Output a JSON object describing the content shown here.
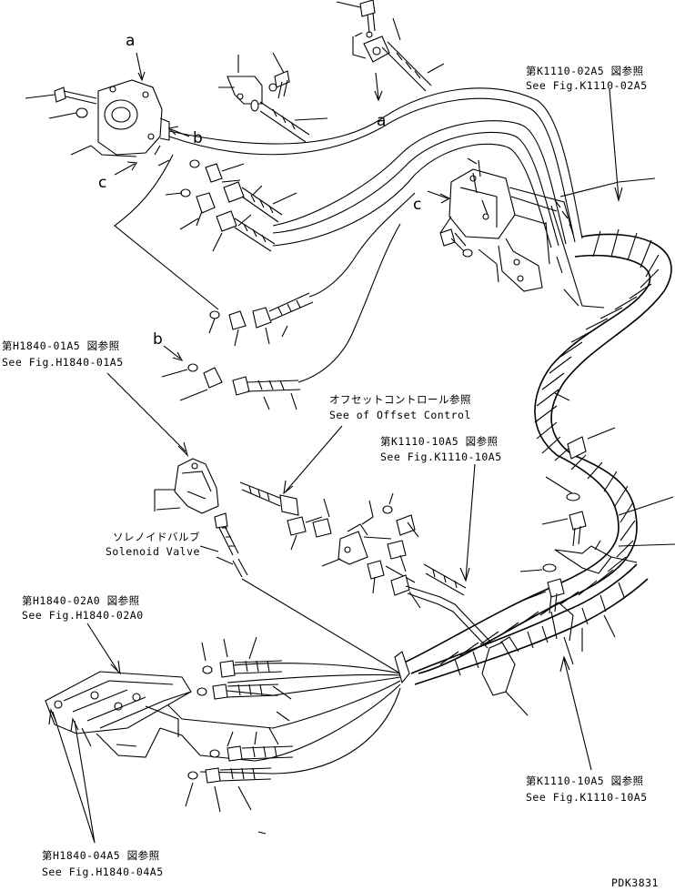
{
  "refs": {
    "k1110_02a5_jp": "第K1110-02A5 図参照",
    "k1110_02a5_en": "See Fig.K1110-02A5",
    "h1840_01a5_jp": "第H1840-01A5 図参照",
    "h1840_01a5_en": "See Fig.H1840-01A5",
    "offset_jp": "オフセットコントロール参照",
    "offset_en": "See of Offset Control",
    "k1110_10a5_upper_jp": "第K1110-10A5 図参照",
    "k1110_10a5_upper_en": "See Fig.K1110-10A5",
    "solenoid_jp": "ソレノイドバルブ",
    "solenoid_en": "Solenoid Valve",
    "h1840_02a0_jp": "第H1840-02A0 図参照",
    "h1840_02a0_en": "See Fig.H1840-02A0",
    "k1110_10a5_lower_jp": "第K1110-10A5 図参照",
    "k1110_10a5_lower_en": "See Fig.K1110-10A5",
    "h1840_04a5_jp": "第H1840-04A5 図参照",
    "h1840_04a5_en": "See Fig.H1840-04A5"
  },
  "markers": {
    "a": "a",
    "b": "b",
    "c": "c"
  },
  "drawing_id": "PDK3831"
}
